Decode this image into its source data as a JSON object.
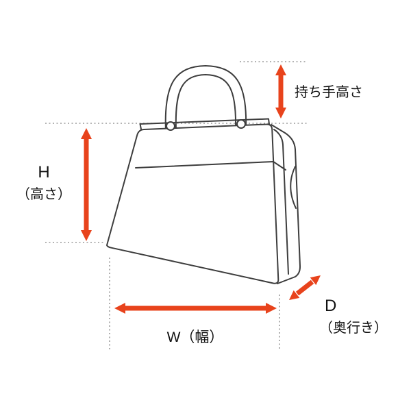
{
  "labels": {
    "handle_height": "持ち手高さ",
    "height_symbol": "H",
    "height_suffix": "（高さ）",
    "width": "W（幅）",
    "depth_symbol": "D",
    "depth_suffix": "（奥行き）"
  },
  "colors": {
    "arrow": "#e8431c",
    "line": "#3d3d3d",
    "guide": "#9a9a9a",
    "background": "#ffffff"
  }
}
